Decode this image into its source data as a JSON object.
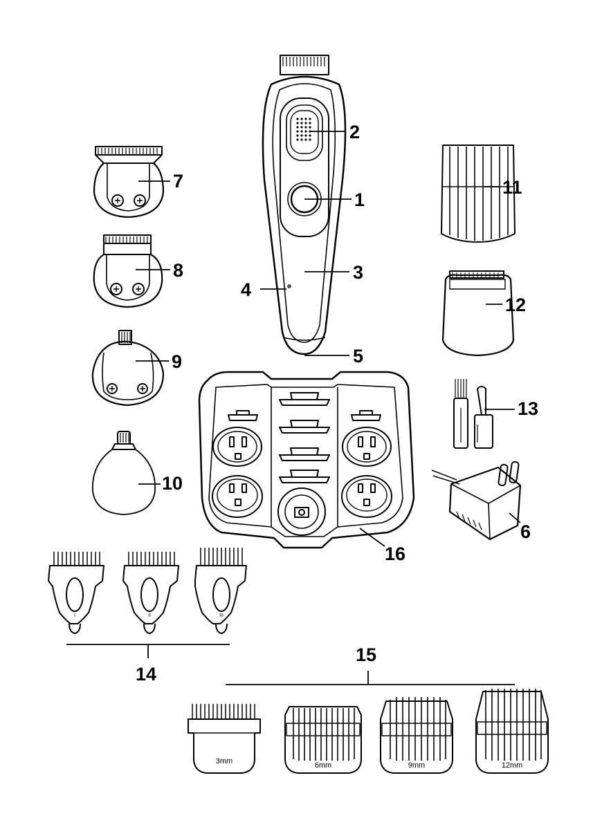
{
  "callouts": {
    "c1": "1",
    "c2": "2",
    "c3": "3",
    "c4": "4",
    "c5": "5",
    "c6": "6",
    "c7": "7",
    "c8": "8",
    "c9": "9",
    "c10": "10",
    "c11": "11",
    "c12": "12",
    "c13": "13",
    "c14": "14",
    "c15": "15",
    "c16": "16"
  },
  "comb_sizes": [
    "3mm",
    "6mm",
    "9mm",
    "12mm"
  ],
  "guard_marks": [
    "I",
    "II",
    "III"
  ]
}
